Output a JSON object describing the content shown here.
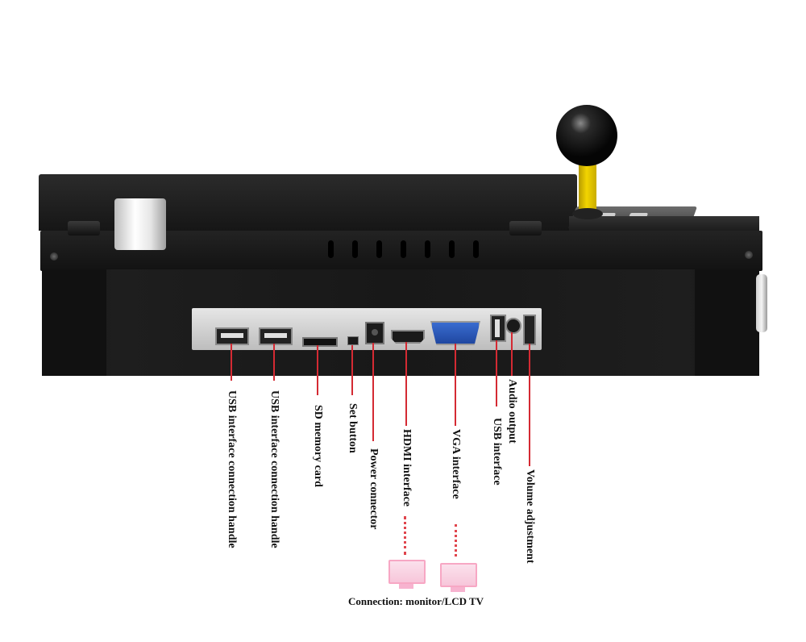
{
  "labels": {
    "usb_handle_1": "USB interface connection handle",
    "usb_handle_2": "USB interface connection handle",
    "sd_card": "SD memory card",
    "set_button": "Set button",
    "power": "Power connector",
    "hdmi": "HDMI interface",
    "vga": "VGA interface",
    "usb": "USB interface",
    "audio": "Audio output",
    "volume": "Volume adjustment"
  },
  "caption": "Connection: monitor/LCD TV",
  "colors": {
    "leader_line": "#d42a33",
    "monitor_icon": "#f7a7c4",
    "vga_port": "#2a58b8",
    "joystick_shaft": "#f2d400"
  },
  "icons": [
    "monitor-icon",
    "monitor-icon"
  ]
}
